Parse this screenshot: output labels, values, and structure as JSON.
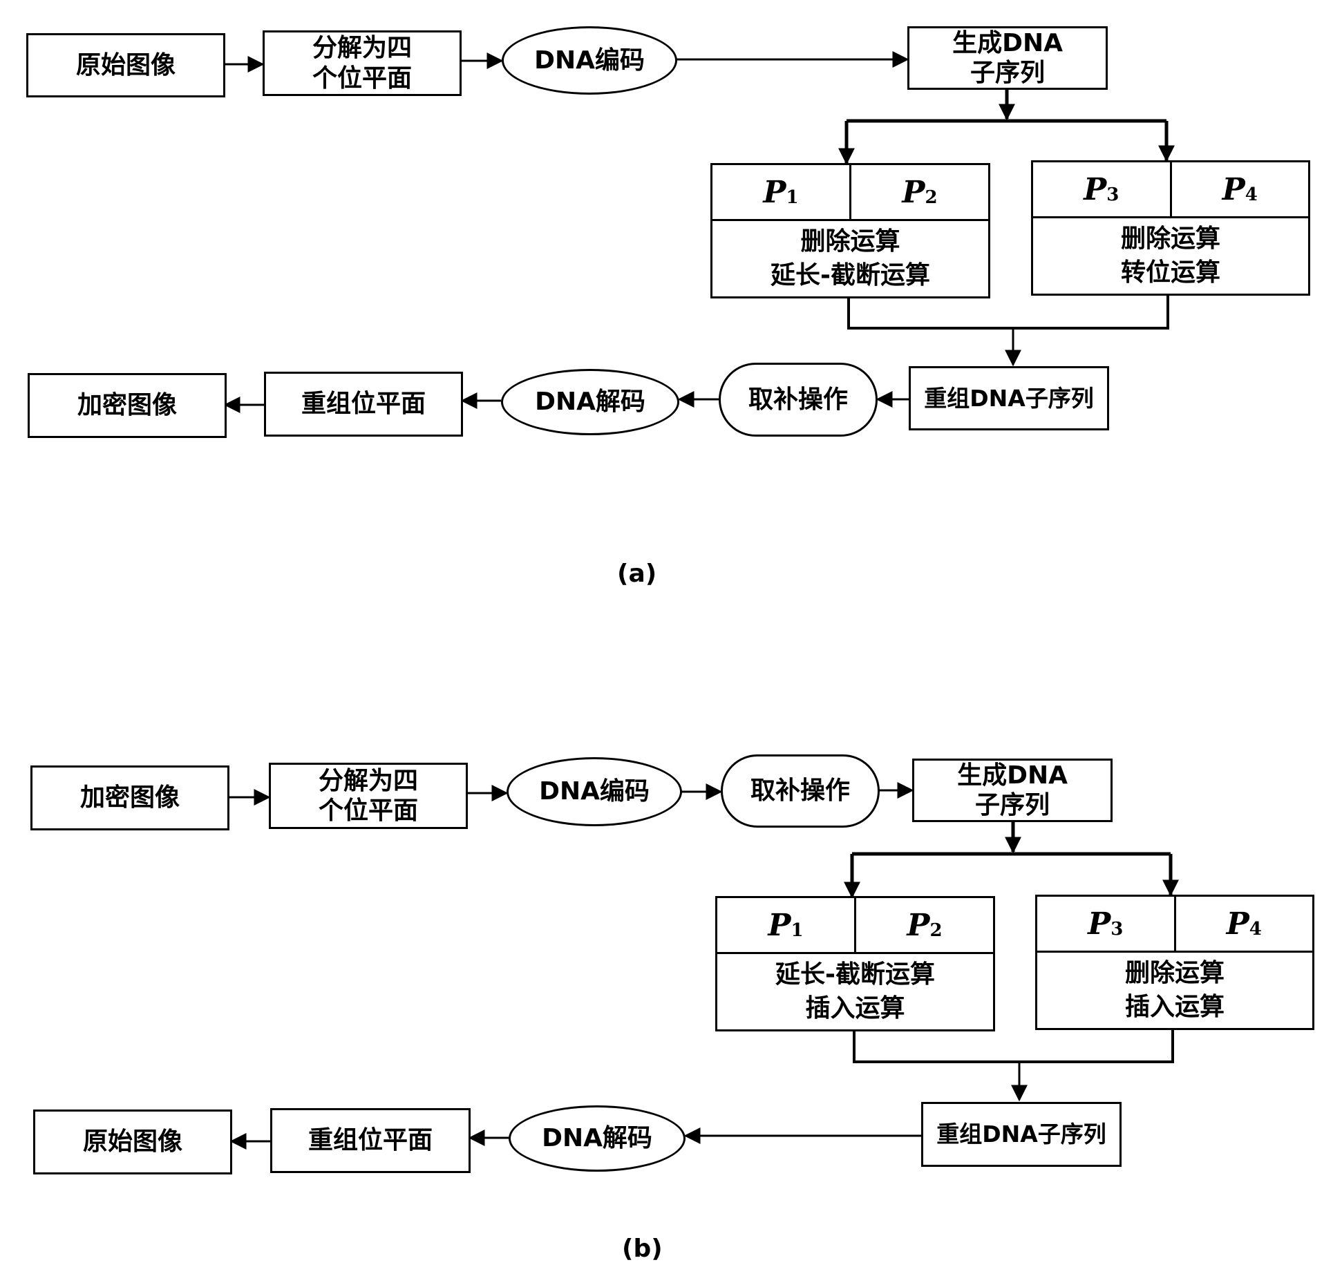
{
  "diagram_a": {
    "original_image": "原始图像",
    "split_line1": "分解为四",
    "split_line2": "个位平面",
    "dna_encode": "DNA编码",
    "gen_line1": "生成DNA",
    "gen_line2": "子序列",
    "left_ops": {
      "p_left": "P",
      "p_left_sub": "1",
      "p_right": "P",
      "p_right_sub": "2",
      "op1": "删除运算",
      "op2": "延长-截断运算"
    },
    "right_ops": {
      "p_left": "P",
      "p_left_sub": "3",
      "p_right": "P",
      "p_right_sub": "4",
      "op1": "删除运算",
      "op2": "转位运算"
    },
    "recombine_seq": "重组DNA子序列",
    "complement": "取补操作",
    "dna_decode": "DNA解码",
    "recombine_planes": "重组位平面",
    "encrypted_image": "加密图像",
    "caption": "(a)"
  },
  "diagram_b": {
    "encrypted_image": "加密图像",
    "split_line1": "分解为四",
    "split_line2": "个位平面",
    "dna_encode": "DNA编码",
    "complement": "取补操作",
    "gen_line1": "生成DNA",
    "gen_line2": "子序列",
    "left_ops": {
      "p_left": "P",
      "p_left_sub": "1",
      "p_right": "P",
      "p_right_sub": "2",
      "op1": "延长-截断运算",
      "op2": "插入运算"
    },
    "right_ops": {
      "p_left": "P",
      "p_left_sub": "3",
      "p_right": "P",
      "p_right_sub": "4",
      "op1": "删除运算",
      "op2": "插入运算"
    },
    "recombine_seq": "重组DNA子序列",
    "dna_decode": "DNA解码",
    "recombine_planes": "重组位平面",
    "original_image": "原始图像",
    "caption": "(b)"
  }
}
